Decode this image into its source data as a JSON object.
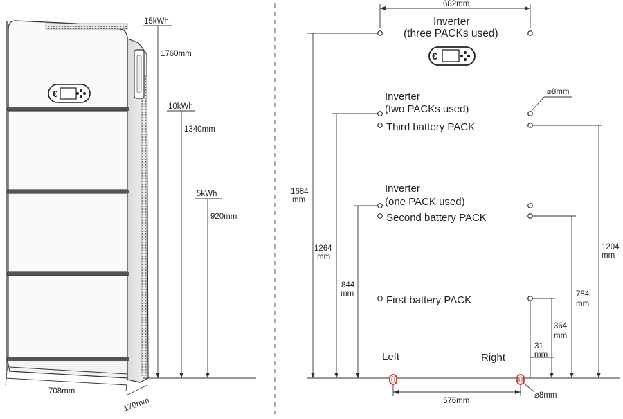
{
  "left_view": {
    "capacities": [
      {
        "capacity": "15kWh",
        "height": "1760mm"
      },
      {
        "capacity": "10kWh",
        "height": "1340mm"
      },
      {
        "capacity": "5kWh",
        "height": "920mm"
      }
    ],
    "width": "708mm",
    "depth": "170mm"
  },
  "right_view": {
    "top_hole_spacing": "682mm",
    "inverter_three": [
      "Inverter",
      "(three PACKs used)"
    ],
    "inverter_two": [
      "Inverter",
      "(two PACKs used)"
    ],
    "inverter_one": [
      "Inverter",
      "(one PACK used)"
    ],
    "third_pack": "Third battery PACK",
    "second_pack": "Second battery PACK",
    "first_pack": "First battery PACK",
    "hole_diameter": "⌀8mm",
    "hole_diameter_bottom": "⌀8mm",
    "left_label": "Left",
    "right_label": "Right",
    "base_hole_spacing": "576mm",
    "dims": {
      "d1684": [
        "1684",
        "mm"
      ],
      "d1264": [
        "1264",
        "mm"
      ],
      "d844": [
        "844",
        "mm"
      ],
      "d1204": [
        "1204",
        "mm"
      ],
      "d784": [
        "784",
        "mm"
      ],
      "d364": [
        "364",
        "mm"
      ],
      "d31": [
        "31",
        "mm"
      ]
    }
  }
}
